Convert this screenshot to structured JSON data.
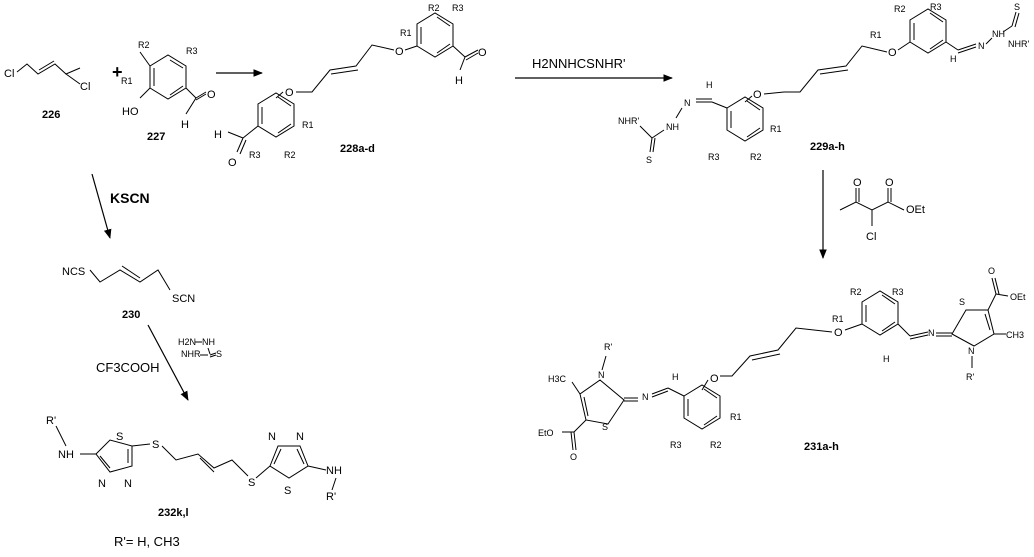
{
  "compounds": {
    "c226": "226",
    "c227": "227",
    "c228": "228a-d",
    "c229": "229a-h",
    "c230": "230",
    "c231": "231a-h",
    "c232": "232k,l"
  },
  "reagents": {
    "thiosemicarbazide": "H2NNHCSNHR'",
    "kscn": "KSCN",
    "tfa": "CF3COOH",
    "rdef": "R'= H, CH3"
  },
  "atoms": {
    "cl": "Cl",
    "o": "O",
    "h": "H",
    "ho": "HO",
    "s": "S",
    "n": "N",
    "r1": "R1",
    "r2": "R2",
    "r3": "R3",
    "nh": "NH",
    "rp": "R'",
    "ncs": "NCS",
    "scn": "SCN",
    "nhr": "NHR'",
    "nhr2": "NHR",
    "h2n": "H2N",
    "oet": "OEt",
    "eto": "EtO",
    "ch3": "CH3",
    "h3c": "H3C",
    "plus": "+",
    "nh2": "NH"
  }
}
